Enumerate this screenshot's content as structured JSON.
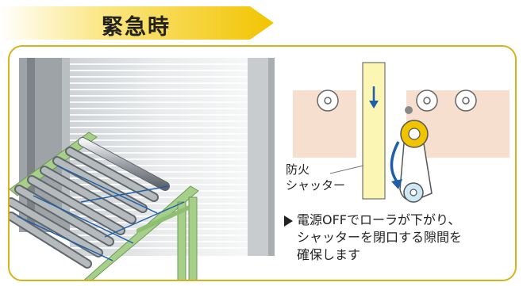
{
  "banner": {
    "title": "緊急時",
    "color_start": "#fffbe0",
    "color_end": "#f2c400"
  },
  "diagram": {
    "shutter_label_line1": "防火",
    "shutter_label_line2": "シャッター",
    "caption_line1": "電源OFFでローラが下がり、",
    "caption_line2": "シャッターを閉口する隙間を",
    "caption_line3": "確保します",
    "shutter_color": "#fbf6b4",
    "roller_yellow": "#f2c400",
    "frame_green": "#a6cf8a",
    "arrow_blue": "#1f5fa8",
    "panel_border": "#d8b21a"
  }
}
